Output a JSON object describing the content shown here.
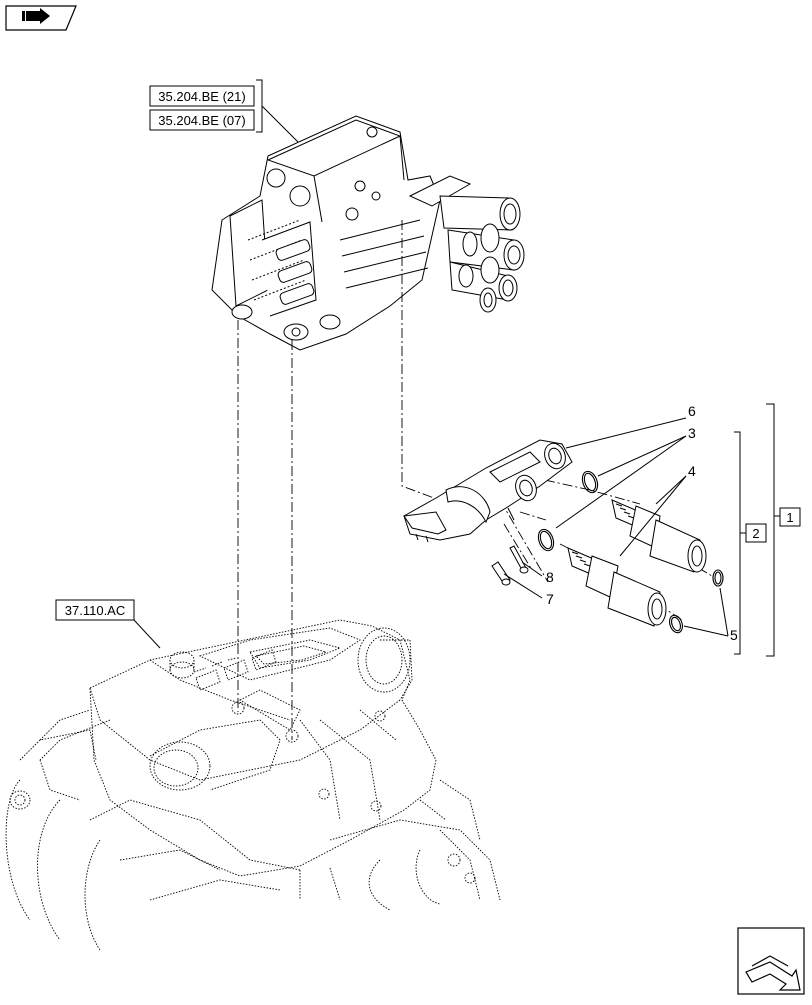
{
  "nav": {
    "top_icon": "book-arrow-icon",
    "bottom_icon": "next-page-arrow-icon"
  },
  "references": [
    {
      "id": "ref-1",
      "label": "35.204.BE (21)"
    },
    {
      "id": "ref-2",
      "label": "35.204.BE (07)"
    },
    {
      "id": "ref-3",
      "label": "37.110.AC"
    }
  ],
  "callouts": {
    "c3": "3",
    "c4": "4",
    "c5": "5",
    "c6": "6",
    "c7": "7",
    "c8": "8"
  },
  "group_boxes": {
    "g1": "1",
    "g2": "2"
  },
  "colors": {
    "line": "#000000",
    "background": "#ffffff"
  }
}
